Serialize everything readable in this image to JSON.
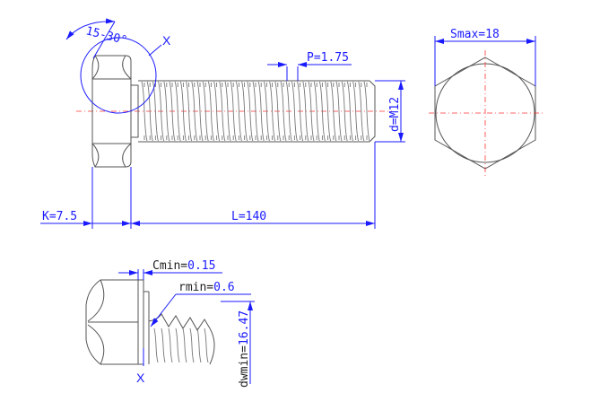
{
  "labels": {
    "angle": "15-30°",
    "detail_marker": "X",
    "detail_marker_bottom": "X",
    "pitch": "P=1.75",
    "diameter": "d=M12",
    "head_height": "K=7.5",
    "length": "L=140",
    "across_flats": "Smax=18",
    "c_min": "Cmin=0.15",
    "r_min": "rmin=0.6",
    "dw_min": "dwmin=16.47"
  },
  "colors": {
    "dimension": "#1a1aff",
    "outline": "#555555",
    "centerline": "#ff3333",
    "thread": "#777777"
  }
}
